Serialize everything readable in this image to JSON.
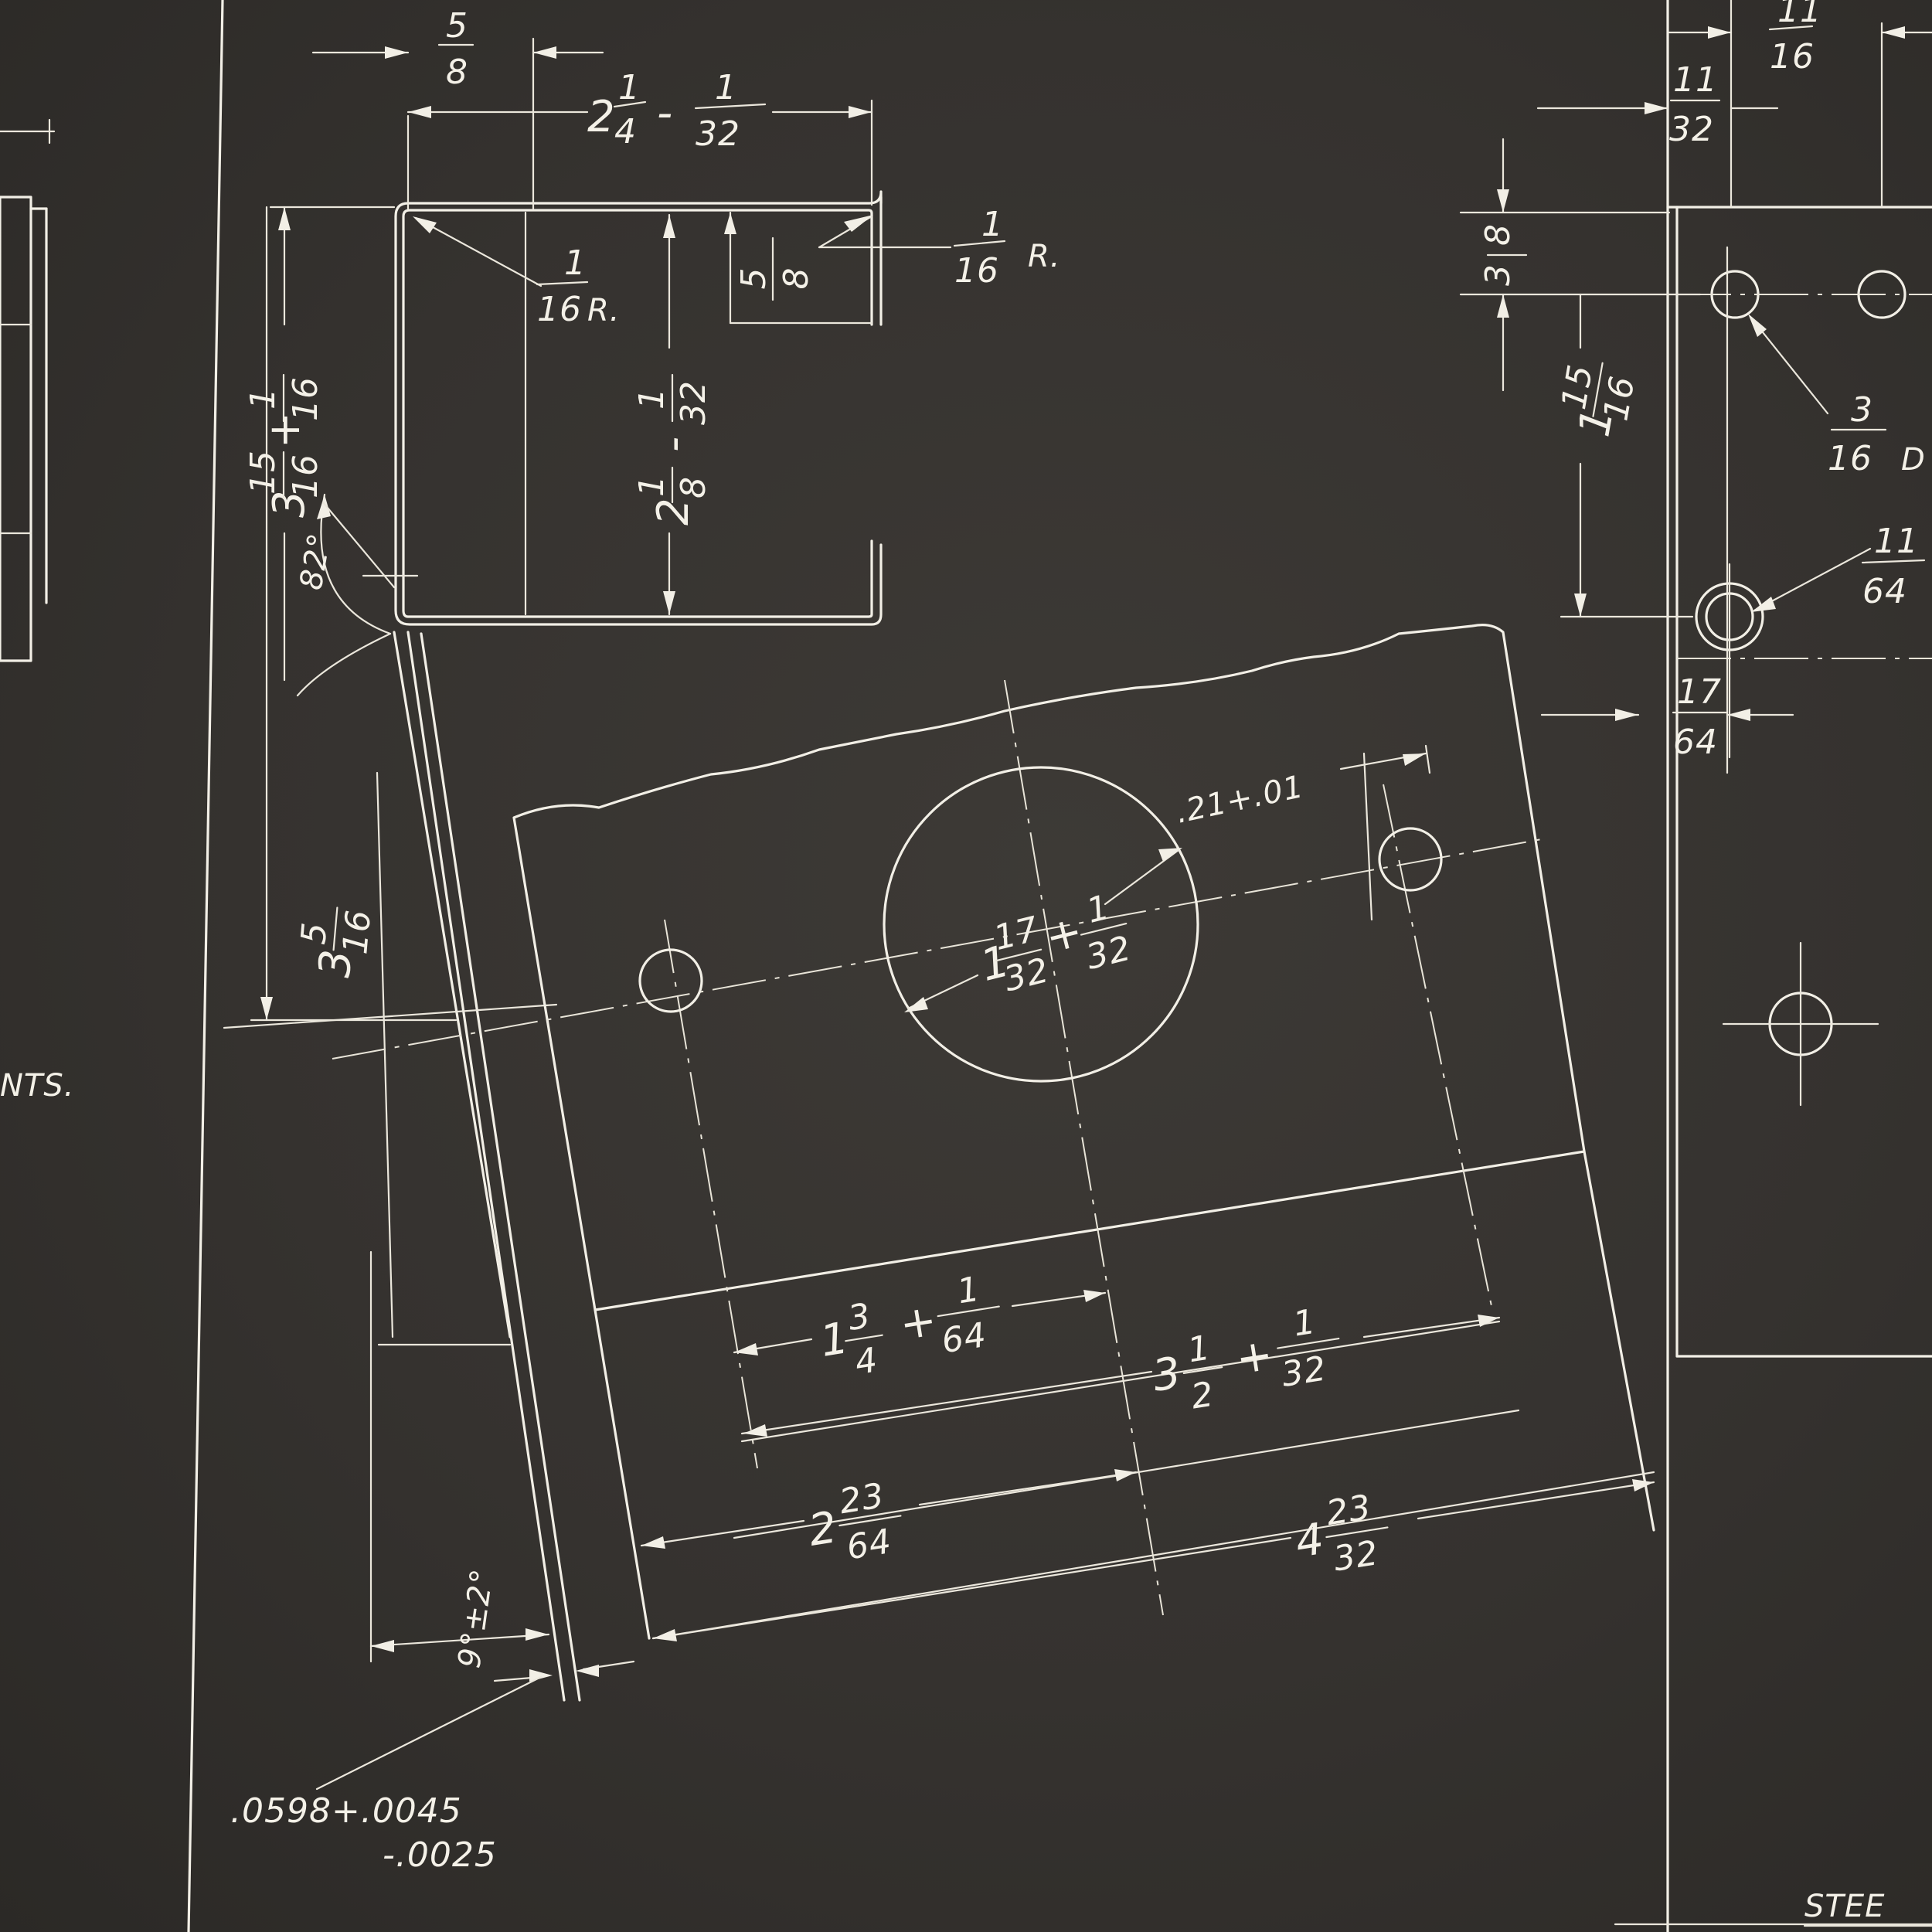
{
  "sheet": {
    "background": "#35322f",
    "line_color": "#f2efe6"
  },
  "notes": {
    "left_partial": "NTS.",
    "bottom_right_partial": "STEE"
  },
  "dims": {
    "top_gap": {
      "num": "5",
      "den": "8"
    },
    "top_width": {
      "whole": "2",
      "num": "1",
      "den": "4",
      "tol": "-",
      "tnum": "1",
      "tden": "32"
    },
    "radius_left": {
      "num": "1",
      "den": "16",
      "suffix": "R."
    },
    "radius_right": {
      "num": "1",
      "den": "16",
      "suffix": "R."
    },
    "flange_depth": {
      "num": "5",
      "den": "8"
    },
    "inner_height": {
      "whole": "2",
      "num": "1",
      "den": "8",
      "tol": "-",
      "tnum": "1",
      "tden": "32"
    },
    "overall_height": {
      "whole": "3",
      "num": "15",
      "den": "16",
      "tol": "+",
      "tnum": "1",
      "tden": "16"
    },
    "angle_82": "82°",
    "height_lower": {
      "whole": "3",
      "num": "5",
      "den": "16"
    },
    "hole_spacing": ".21+.01",
    "big_hole": {
      "whole": "1",
      "num": "17",
      "den": "32",
      "tol": "+",
      "tnum": "1",
      "tden": "32"
    },
    "dim_a": {
      "whole": "1",
      "num": "3",
      "den": "4",
      "tol": "+",
      "tnum": "1",
      "tden": "64"
    },
    "dim_b": {
      "whole": "3",
      "num": "1",
      "den": "2",
      "tol": "+",
      "tnum": "1",
      "tden": "32"
    },
    "dim_c": {
      "whole": "2",
      "num": "23",
      "den": "64"
    },
    "dim_d": {
      "whole": "4",
      "num": "23",
      "den": "32"
    },
    "bend_angle": "9°±2°",
    "thickness": ".0598+.0045",
    "thickness_minus": "-.0025",
    "right_top": {
      "num": "11",
      "den": "16"
    },
    "right_second": {
      "num": "11",
      "den": "32"
    },
    "right_three_eighths": {
      "num": "3",
      "den": "8"
    },
    "right_one_fifteen": {
      "whole": "1",
      "num": "15",
      "den": "16"
    },
    "right_hole_dia": {
      "num": "3",
      "den": "16",
      "suffix": "D"
    },
    "right_csk": {
      "num": "11",
      "den": "64"
    },
    "right_offset": {
      "num": "17",
      "den": "64"
    }
  }
}
